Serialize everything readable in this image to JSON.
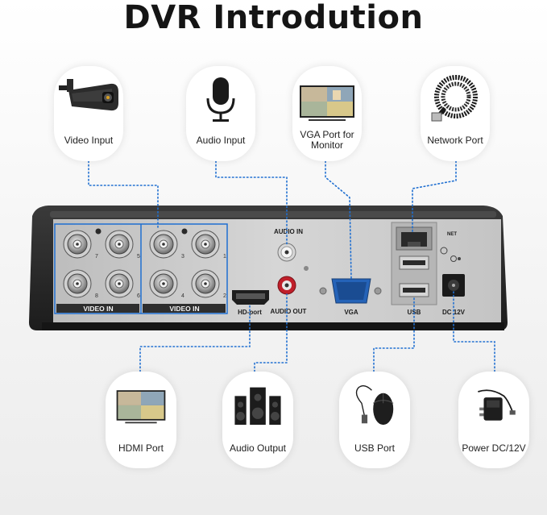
{
  "title": "DVR Introdution",
  "top_cards": [
    {
      "label": "Video Input",
      "icon": "bullet-camera-icon"
    },
    {
      "label": "Audio Input",
      "icon": "microphone-icon"
    },
    {
      "label": "VGA Port for Monitor",
      "icon": "monitor-icon"
    },
    {
      "label": "Network Port",
      "icon": "network-cable-icon"
    }
  ],
  "bottom_cards": [
    {
      "label": "HDMI Port",
      "icon": "tv-icon"
    },
    {
      "label": "Audio Output",
      "icon": "speakers-icon"
    },
    {
      "label": "USB Port",
      "icon": "mouse-icon"
    },
    {
      "label": "Power DC/12V",
      "icon": "power-adapter-icon"
    }
  ],
  "panel": {
    "video_in": "VIDEO IN",
    "audio_in": "AUDIO IN",
    "audio_out": "AUDIO OUT",
    "hd_port": "HD-port",
    "vga": "VGA",
    "usb": "USB",
    "net": "NET",
    "dc": "DC 12V",
    "channels": [
      "7",
      "5",
      "3",
      "1",
      "8",
      "6",
      "4",
      "2"
    ]
  },
  "colors": {
    "connector_line": "#1f6fd1",
    "panel": "#c9c9c9",
    "chassis": "#2a2a2a",
    "bnc_highlight": "#1f6fd1"
  }
}
